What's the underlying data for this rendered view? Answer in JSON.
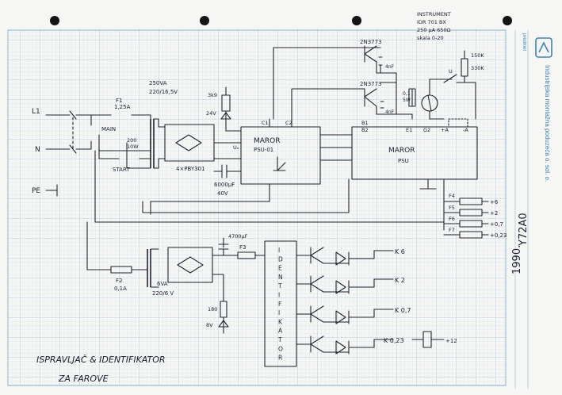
{
  "sheet": {
    "title_line1": "ISPRAVLJAČ & IDENTIFIKATOR",
    "title_line2": "ZA FAROVE",
    "code": "Y72A0",
    "year": "1990.",
    "publisher": "Industrijska montažna poduzeća o. sol. o.",
    "margin_mark": "predmet"
  },
  "instrument": {
    "line1": "INSTRUMENT",
    "line2": "IDR 701 BX",
    "line3": "250 μA   650Ω",
    "line4": "skala  0-20"
  },
  "labels": {
    "L1": "L1",
    "N": "N",
    "PE": "PE",
    "F1": "F1",
    "F1_val": "1,25A",
    "main": "MAIN",
    "start": "START",
    "r200": "200",
    "r200w": "10W",
    "trafo_va": "250VA",
    "trafo_v": "220/16,5V",
    "bridge1": "4×PBY301",
    "r3k9": "3k9",
    "z24": "24V",
    "cap6000": "6000μF",
    "cap40": "40V",
    "psu01_line1": "MAROR",
    "psu01_line2": "PSU-01",
    "c1": "C1",
    "c2": "C2",
    "ua": "Uₐ",
    "t1": "2N3773",
    "t2": "2N3773",
    "nf1": "4nF",
    "nf2": "4nF",
    "r01": "0,1",
    "r5w": "5W",
    "psu_line1": "MAROR",
    "psu_line2": "PSU",
    "b1": "B1",
    "b2": "B2",
    "e1": "E1",
    "g2": "G2",
    "plusA": "+A",
    "minusA": "-A",
    "r150": "150K",
    "r330": "330K",
    "u": "U",
    "f4": "F4",
    "f5": "F5",
    "f6": "F6",
    "f7": "F7",
    "plus6": "+6",
    "plus2": "+2",
    "plus07": "+0,7",
    "plus023": "+0,23",
    "f2": "F2",
    "f2_val": "0,1A",
    "trafo2_va": "6VA",
    "trafo2_v": "220/6 V",
    "cap4700": "4700μF",
    "f3": "F3",
    "r180": "180",
    "z8": "8V",
    "ident": [
      "I",
      "D",
      "E",
      "N",
      "T",
      "I",
      "F",
      "I",
      "K",
      "A",
      "T",
      "O",
      "R"
    ],
    "k6": "K 6",
    "k2": "K 2",
    "k07": "K 0,7",
    "k023": "K 0,23",
    "plus12": "+12"
  },
  "colors": {
    "grid": "#a9c6d9",
    "ink": "#23232f",
    "brand": "#3a83b4",
    "paper": "#f6f7f4"
  }
}
